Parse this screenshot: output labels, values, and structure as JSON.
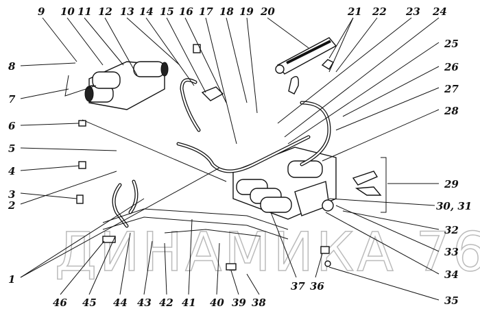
{
  "title": "Hydraulic system exploded parts diagram",
  "watermark": "ДИНАМИКА 76",
  "labels": [
    "1",
    "2",
    "3",
    "4",
    "5",
    "6",
    "7",
    "8",
    "9",
    "10",
    "11",
    "12",
    "13",
    "14",
    "15",
    "16",
    "17",
    "18",
    "19",
    "20",
    "21",
    "22",
    "23",
    "24",
    "25",
    "26",
    "27",
    "28",
    "29",
    "30, 31",
    "32",
    "33",
    "34",
    "35",
    "36",
    "37",
    "38",
    "39",
    "40",
    "41",
    "42",
    "43",
    "44",
    "45",
    "46"
  ]
}
